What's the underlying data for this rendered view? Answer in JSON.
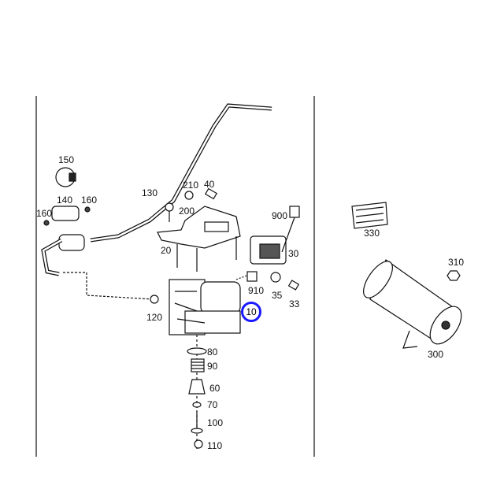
{
  "diagram": {
    "highlight_color": "#1a1aff",
    "labels": {
      "p150": "150",
      "p140": "140",
      "p160a": "160",
      "p160b": "160",
      "p130": "130",
      "p210": "210",
      "p40": "40",
      "p200": "200",
      "p20": "20",
      "p900": "900",
      "p30": "30",
      "p910": "910",
      "p35": "35",
      "p33": "33",
      "p120": "120",
      "p10": "10",
      "p80": "80",
      "p90": "90",
      "p60": "60",
      "p70": "70",
      "p100": "100",
      "p110": "110",
      "p330": "330",
      "p310": "310",
      "p300": "300"
    }
  }
}
